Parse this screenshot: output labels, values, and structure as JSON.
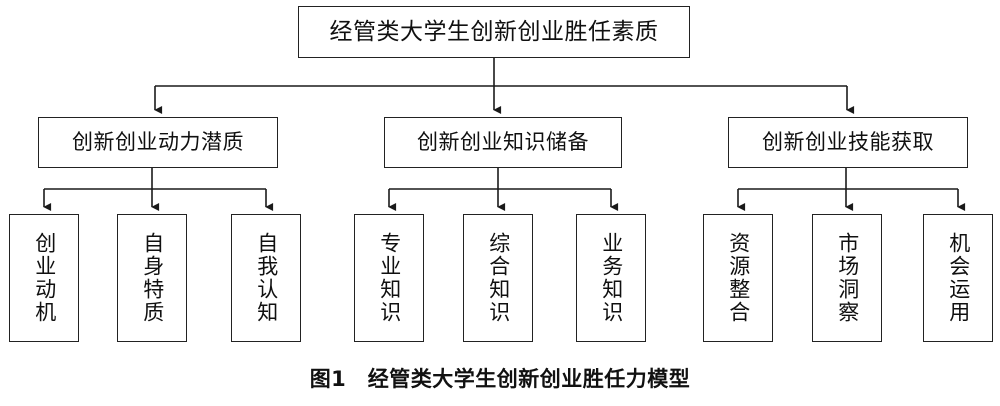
{
  "figure": {
    "caption_label": "图1",
    "caption_text": "经管类大学生创新创业胜任力模型",
    "caption_full": "图1　经管类大学生创新创业胜任力模型",
    "colors": {
      "border": "#222222",
      "background": "#ffffff",
      "text": "#101010",
      "connector": "#1a1a1a"
    }
  },
  "diagram": {
    "type": "hierarchy-tree",
    "orientation": "top-down",
    "levels": 3,
    "root": {
      "label": "经管类大学生创新创业胜任素质"
    },
    "branches": [
      {
        "label": "创新创业动力潜质",
        "leaves": [
          {
            "label": "创业动机"
          },
          {
            "label": "自身特质"
          },
          {
            "label": "自我认知"
          }
        ]
      },
      {
        "label": "创新创业知识储备",
        "leaves": [
          {
            "label": "专业知识"
          },
          {
            "label": "综合知识"
          },
          {
            "label": "业务知识"
          }
        ]
      },
      {
        "label": "创新创业技能获取",
        "leaves": [
          {
            "label": "资源整合"
          },
          {
            "label": "市场洞察"
          },
          {
            "label": "机会运用"
          }
        ]
      }
    ]
  }
}
